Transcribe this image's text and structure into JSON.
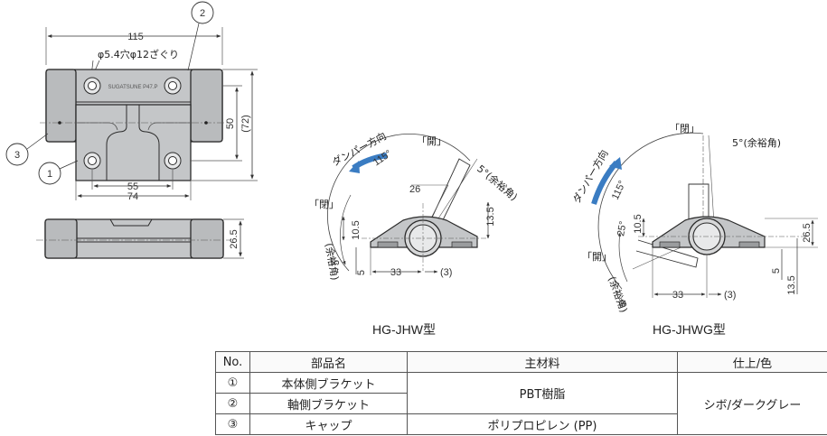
{
  "top_view": {
    "dim_total_width": "115",
    "hole_note": "φ5.4穴φ12ざぐり",
    "dim_height_inner": "50",
    "dim_height_outer": "(72)",
    "dim_lower_width_55": "55",
    "dim_lower_width_74": "74",
    "callout_1": "1",
    "callout_2": "2",
    "callout_3": "3",
    "logo_text": "SUGATSUNE P47.P"
  },
  "front_view": {
    "dim_height": "26.5"
  },
  "jhw": {
    "caption": "HG-JHW型",
    "damper_dir": "ダンパー方向",
    "open_label": "「開」",
    "closed_label": "「閉」",
    "angle_115": "115°",
    "angle_5": "5°(余裕角)",
    "margin_angle": "(余裕角)",
    "angle_5_small": "5°",
    "dim_26": "26",
    "dim_10_5": "10.5",
    "dim_13_5": "13.5",
    "dim_5": "5",
    "dim_33": "33",
    "dim_3": "(3)"
  },
  "jhwg": {
    "caption": "HG-JHWG型",
    "damper_dir": "ダンパー方向",
    "closed_label": "「閉」",
    "open_label": "「開」",
    "angle_5": "5°(余裕角)",
    "angle_115": "115°",
    "angle_25": "25°",
    "margin_angle": "(余裕角)",
    "angle_5_small": "5°",
    "dim_10_5": "10.5",
    "dim_26_5": "26.5",
    "dim_5": "5",
    "dim_13_5": "13.5",
    "dim_33": "33",
    "dim_3": "(3)"
  },
  "parts_table": {
    "headers": [
      "No.",
      "部品名",
      "主材料",
      "仕上/色"
    ],
    "rows": [
      {
        "no": "①",
        "name": "本体側ブラケット"
      },
      {
        "no": "②",
        "name": "軸側ブラケット"
      },
      {
        "no": "③",
        "name": "キャップ"
      }
    ],
    "material_merged": "PBT樹脂",
    "material_row3": "ポリプロピレン (PP)",
    "finish_merged": "シボ/ダークグレー"
  },
  "colors": {
    "part_fill": "#c4c6c8",
    "part_stroke": "#2b2b2b",
    "arrow_blue": "#3a7cc2",
    "cap_dark": "#3c3c3c"
  }
}
